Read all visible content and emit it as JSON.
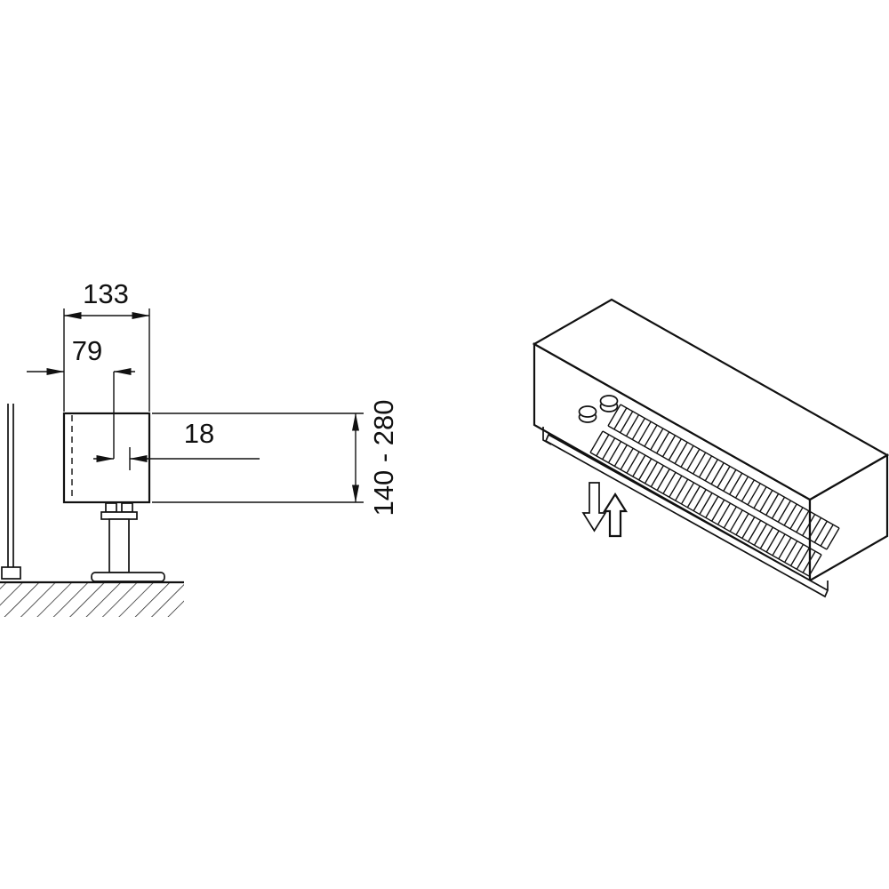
{
  "figure": {
    "background": "#ffffff",
    "line_color": "#111111",
    "side_view": {
      "width_total": "133",
      "width_offset": "79",
      "gap": "18",
      "height_range": "140 - 280"
    },
    "iso_view": {
      "airflow_out_icon": "hollow-arrow-down",
      "airflow_in_icon": "hollow-arrow-up"
    }
  }
}
